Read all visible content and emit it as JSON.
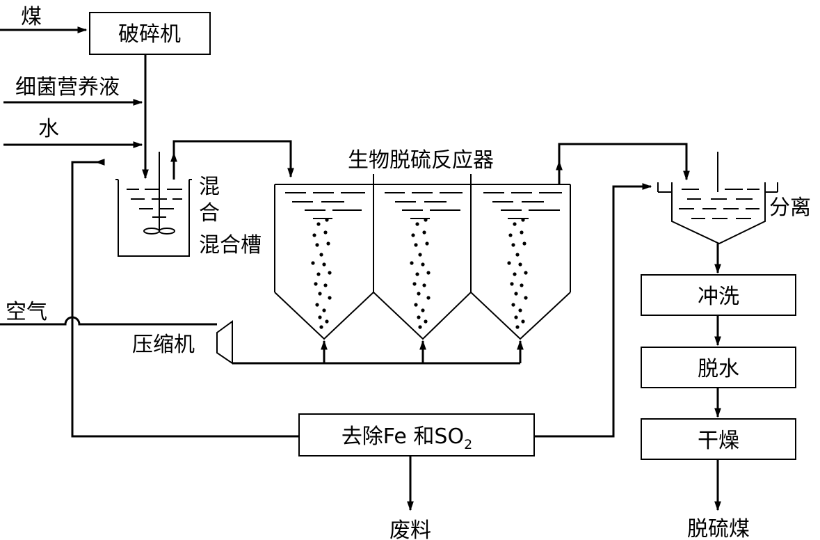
{
  "inputs": {
    "coal": "煤",
    "nutrient": "细菌营养液",
    "water": "水",
    "air": "空气"
  },
  "equipment": {
    "crusher": "破碎机",
    "mix_short": "混",
    "mix_short2": "合",
    "mix_tank": "混合槽",
    "reactor": "生物脱硫反应器",
    "compressor": "压缩机",
    "separator": "分离",
    "fe_removal_main": "去除Fe 和SO",
    "fe_removal_sub": "2",
    "wash": "冲洗",
    "dewater": "脱水",
    "dry": "干燥"
  },
  "outputs": {
    "waste": "废料",
    "product": "脱硫煤"
  },
  "colors": {
    "line": "#000000",
    "background": "#ffffff"
  }
}
